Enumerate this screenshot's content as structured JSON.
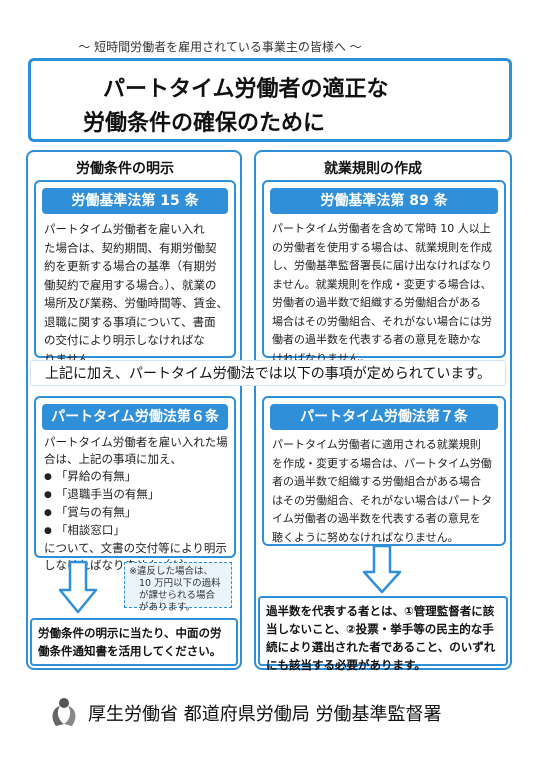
{
  "header": {
    "subtitle": "〜 短時間労働者を雇用されている事業主の皆様へ 〜",
    "title_line1": "パートタイム労働者の適正な",
    "title_line2": "労働条件の確保のために"
  },
  "left_column": {
    "heading": "労働条件の明示",
    "panel1": {
      "banner": "労働基準法第 15 条",
      "lines": [
        "パートタイム労働者を雇い入れ",
        "た場合は、契約期間、有期労働契",
        "約を更新する場合の基準（有期労",
        "働契約で雇用する場合。）、就業の",
        "場所及び業務、労働時間等、賃金、",
        "退職に関する事項について、書面",
        "の交付により明示しなければな",
        "りません。"
      ]
    },
    "panel2": {
      "banner": "パートタイム労働法第６条",
      "lines_top": [
        "パートタイム労働者を雇い入れた場",
        "合は、上記の事項に加え、"
      ],
      "bullets": [
        "「昇給の有無」",
        "「退職手当の有無」",
        "「賞与の有無」",
        "「相談窓口」"
      ],
      "lines_bottom": [
        "について、文書の交付等により明示",
        "しなければなりません（※）。"
      ]
    },
    "note_lines": [
      "※違反した場合は、",
      "10 万円以下の過料",
      "が課せられる場合",
      "があります。"
    ],
    "bottom_box_lines": [
      "労働条件の明示に当たり、中面の労",
      "働条件通知書を活用してください。"
    ]
  },
  "right_column": {
    "heading": "就業規則の作成",
    "panel1": {
      "banner": "労働基準法第 89 条",
      "lines": [
        "パートタイム労働者を含めて常時 10 人以上",
        "の労働者を使用する場合は、就業規則を作成",
        "し、労働基準監督署長に届け出なければなり",
        "ません。就業規則を作成・変更する場合は、",
        "労働者の過半数で組織する労働組合がある",
        "場合はその労働組合、それがない場合には労",
        "働者の過半数を代表する者の意見を聴かな",
        "ければなりません。"
      ]
    },
    "panel2": {
      "banner": "パートタイム労働法第７条",
      "lines": [
        "パートタイム労働者に適用される就業規則",
        "を作成・変更する場合は、パートタイム労働",
        "者の過半数で組織する労働組合がある場合",
        "はその労働組合、それがない場合はパートタ",
        "イム労働者の過半数を代表する者の意見を",
        "聴くように努めなければなりません。"
      ]
    },
    "bottom_box_lines": [
      "過半数を代表する者とは、①管理監督者に該",
      "当しないこと、②投票・挙手等の民主的な手",
      "続により選出された者であること、のいずれ",
      "にも該当する必要があります。"
    ]
  },
  "middle_banner": "上記に加え、パートタイム労働法では以下の事項が定められています。",
  "footer": {
    "text": "厚生労働省 都道府県労働局 労働基準監督署",
    "logo_icon": "ministry-logo-icon"
  },
  "colors": {
    "accent": "#2f8fd8",
    "note_bg": "#eaf4fc"
  }
}
